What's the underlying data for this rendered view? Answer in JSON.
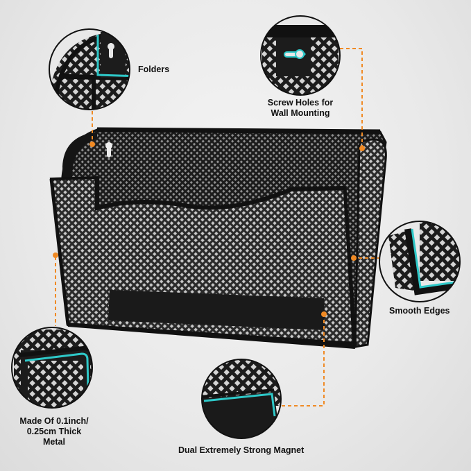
{
  "colors": {
    "accent_orange": "#f08a24",
    "highlight_teal": "#2ec9c9",
    "metal_black": "#161616",
    "background": "#ececec"
  },
  "callouts": {
    "folders": {
      "text": "Folders"
    },
    "screw_holes": {
      "line1": "Screw Holes for",
      "line2": "Wall Mounting"
    },
    "smooth_edges": {
      "text": "Smooth Edges"
    },
    "thick_metal": {
      "line1": "Made Of 0.1inch/",
      "line2": "0.25cm Thick",
      "line3": "Metal"
    },
    "magnet": {
      "text": "Dual Extremely Strong Magnet"
    }
  },
  "icons": {
    "product": "mesh-wall-file-holder-icon",
    "zoom_folders": "folder-compartment-zoom-icon",
    "zoom_screw": "keyhole-slot-zoom-icon",
    "zoom_edges": "smooth-edge-zoom-icon",
    "zoom_metal": "metal-thickness-zoom-icon",
    "zoom_magnet": "magnet-strip-zoom-icon"
  }
}
